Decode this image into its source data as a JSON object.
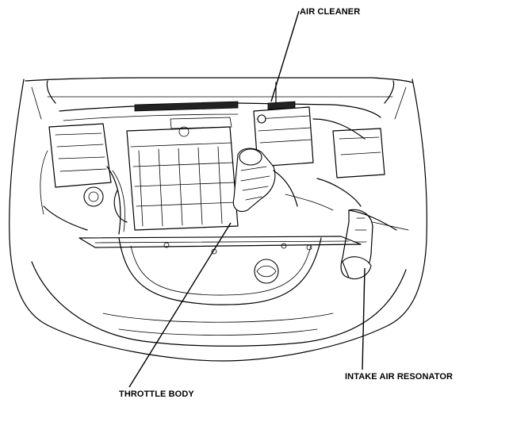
{
  "callouts": {
    "air_cleaner": "AIR CLEANER",
    "throttle_body": "THROTTLE BODY",
    "intake_air_resonator": "INTAKE AIR RESONATOR"
  }
}
